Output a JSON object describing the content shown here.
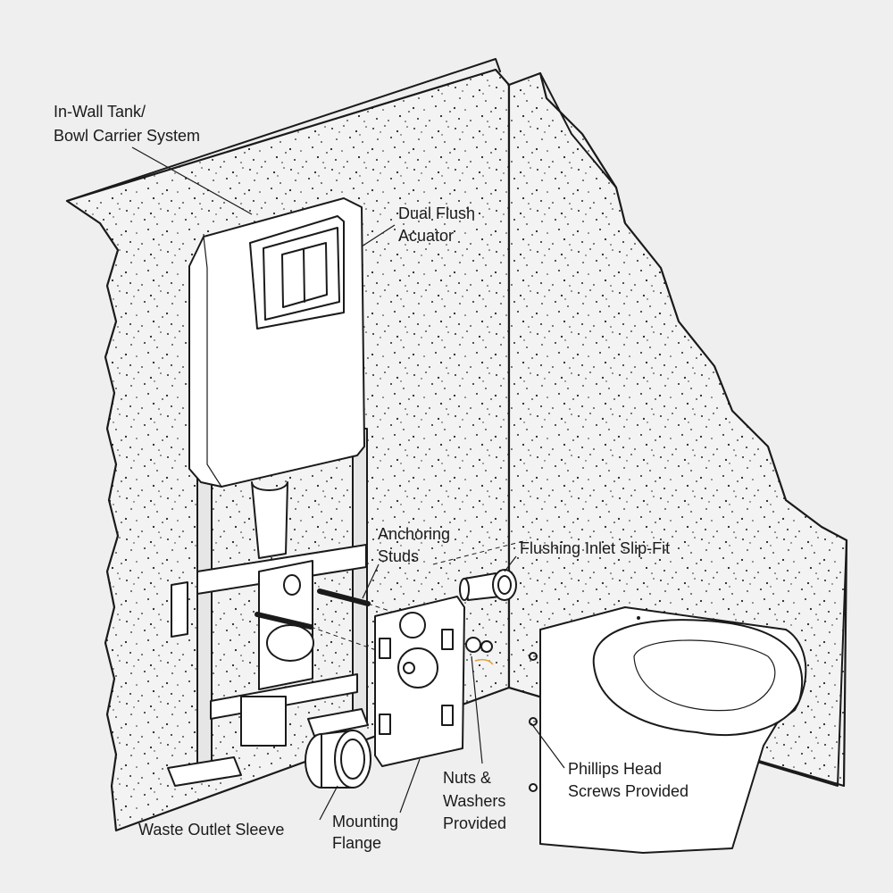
{
  "callouts": {
    "carrier_line1": "In-Wall Tank/",
    "carrier_line2": "Bowl Carrier System",
    "actuator_line1": "Dual Flush",
    "actuator_line2": "Acuator",
    "studs_line1": "Anchoring",
    "studs_line2": "Studs",
    "inlet": "Flushing Inlet Slip-Fit",
    "nuts_line1": "Nuts &",
    "nuts_line2": "Washers",
    "nuts_line3": "Provided",
    "screws_line1": "Phillips Head",
    "screws_line2": "Screws Provided",
    "waste": "Waste Outlet Sleeve",
    "flange_line1": "Mounting",
    "flange_line2": "Flange"
  },
  "colors": {
    "background": "#efefef",
    "line": "#1a1a1a",
    "wall_fill": "#f3f3f3"
  }
}
